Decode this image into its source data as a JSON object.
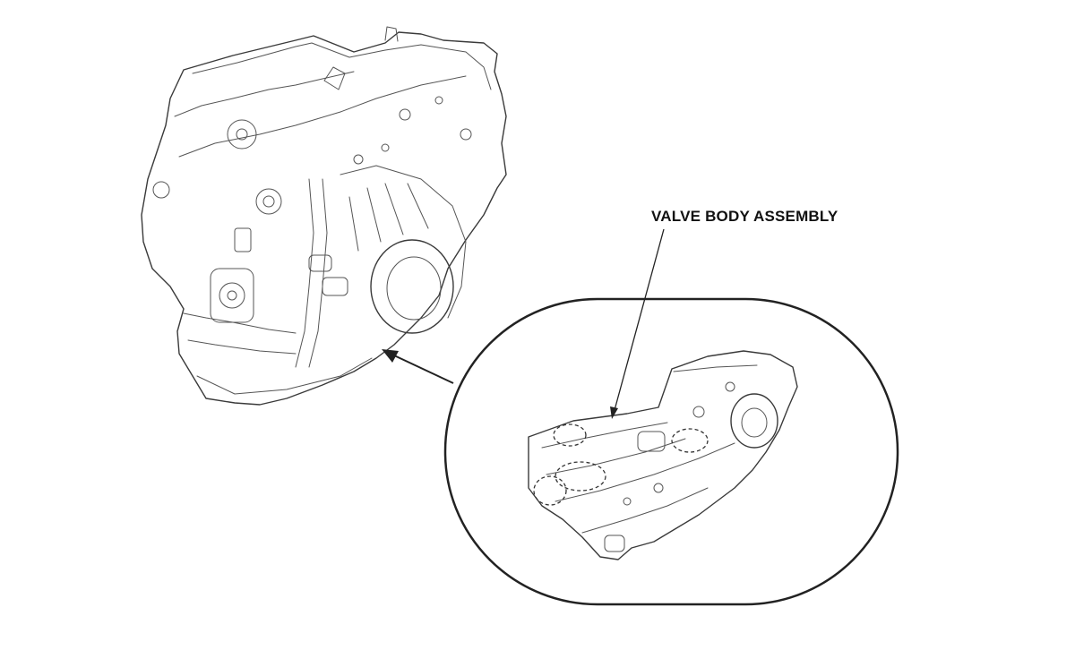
{
  "callout": {
    "label": "VALVE BODY ASSEMBLY"
  },
  "parts": {
    "main": "transmission-assembly",
    "detail": "valve-body-assembly"
  }
}
